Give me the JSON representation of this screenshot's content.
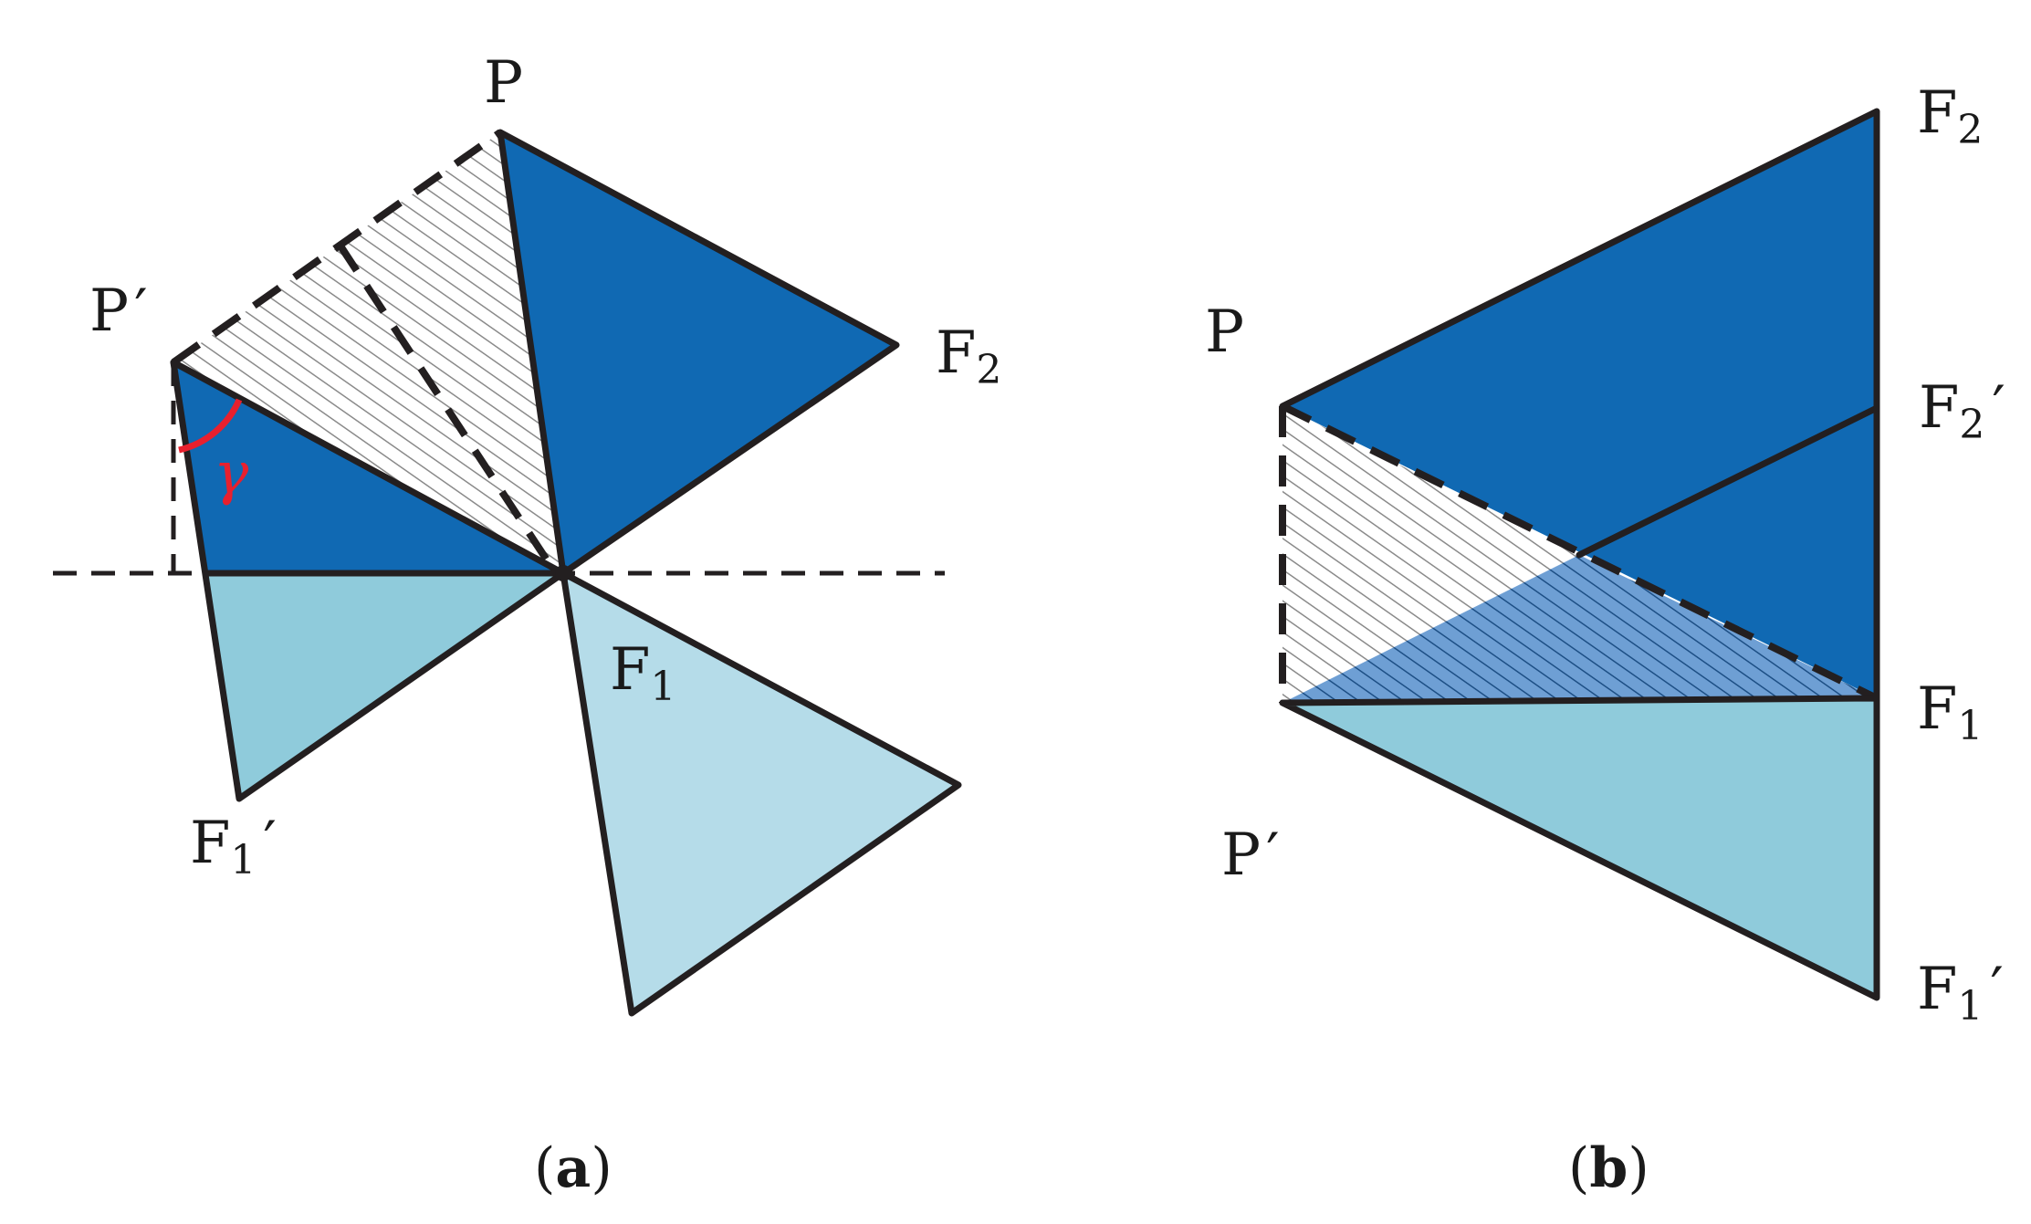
{
  "colors": {
    "dark_blue": "#1069b3",
    "mid_blue": "#8fcbdb",
    "light_blue": "#b5dce9",
    "hatch_overlay_blue": "#6e9fd4",
    "angle_red": "#e8202e",
    "line": "#231f20"
  },
  "panel_a": {
    "caption_open": "(",
    "caption_letter": "a",
    "caption_close": ")",
    "labels": {
      "P": {
        "main": "P",
        "sub": ""
      },
      "P_prime": {
        "main": "P",
        "sub": "",
        "prime": "′"
      },
      "F2": {
        "main": "F",
        "sub": "2"
      },
      "F1": {
        "main": "F",
        "sub": "1"
      },
      "F1_prime": {
        "main": "F",
        "sub": "1",
        "prime": "′"
      },
      "gamma": "γ"
    }
  },
  "panel_b": {
    "caption_open": "(",
    "caption_letter": "b",
    "caption_close": ")",
    "labels": {
      "P": {
        "main": "P",
        "sub": ""
      },
      "P_prime": {
        "main": "P",
        "sub": "",
        "prime": "′"
      },
      "F2": {
        "main": "F",
        "sub": "2"
      },
      "F2_prime": {
        "main": "F",
        "sub": "2",
        "prime": "′"
      },
      "F1": {
        "main": "F",
        "sub": "1"
      },
      "F1_prime": {
        "main": "F",
        "sub": "1",
        "prime": "′"
      }
    }
  }
}
